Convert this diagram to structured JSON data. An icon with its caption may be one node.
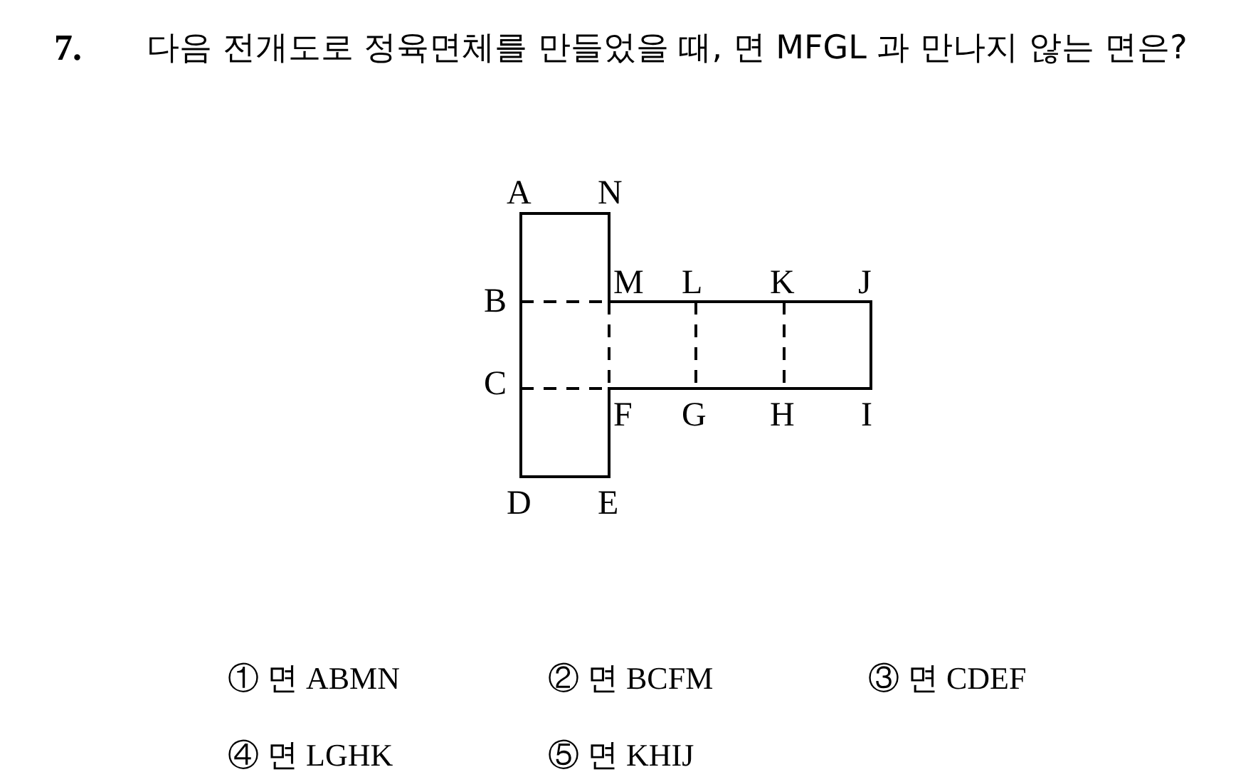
{
  "diagram": {
    "title": "다음 전개도로 정육면체를 만들었을 때, 면 MFGL 과 만나지 않는 면은?",
    "labels": [
      "7.",
      "A",
      "N",
      "B",
      "M",
      "L",
      "K",
      "J",
      "C",
      "F",
      "G",
      "H",
      "I",
      "D",
      "E",
      "① 면 ABMN",
      "② 면 BCFM",
      "③ 면 CDEF",
      "④ 면 LGHK",
      "⑤ 면 KHIJ"
    ]
  }
}
